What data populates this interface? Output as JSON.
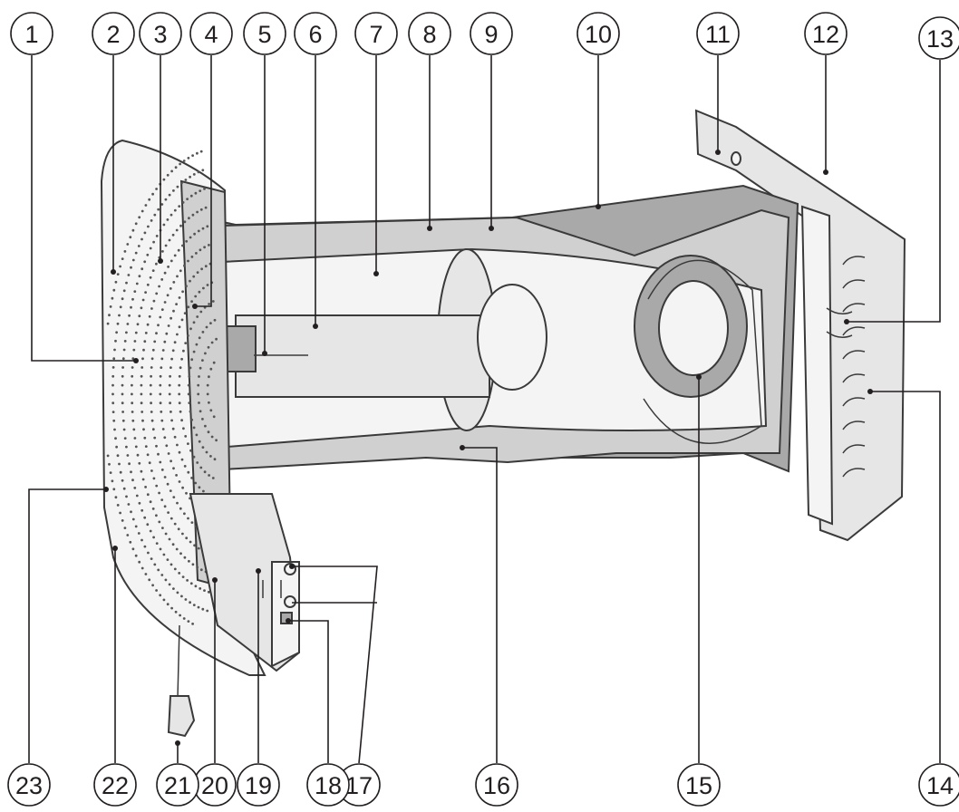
{
  "callouts": [
    {
      "n": "1"
    },
    {
      "n": "2"
    },
    {
      "n": "3"
    },
    {
      "n": "4"
    },
    {
      "n": "5"
    },
    {
      "n": "6"
    },
    {
      "n": "7"
    },
    {
      "n": "8"
    },
    {
      "n": "9"
    },
    {
      "n": "10"
    },
    {
      "n": "11"
    },
    {
      "n": "12"
    },
    {
      "n": "13"
    },
    {
      "n": "14"
    },
    {
      "n": "15"
    },
    {
      "n": "16"
    },
    {
      "n": "17"
    },
    {
      "n": "18"
    },
    {
      "n": "19"
    },
    {
      "n": "20"
    },
    {
      "n": "21"
    },
    {
      "n": "22"
    },
    {
      "n": "23"
    }
  ],
  "colors": {
    "line": "#231f20",
    "housing": "#d0d0d0",
    "housing_light": "#e6e6e6",
    "housing_dark": "#a9a9a9"
  }
}
